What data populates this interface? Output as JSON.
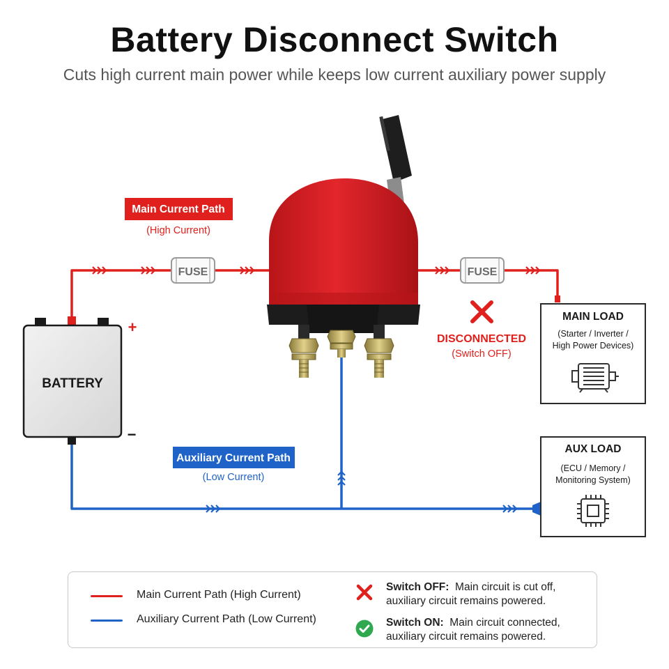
{
  "header": {
    "title": "Battery Disconnect Switch",
    "subtitle": "Cuts high current main power while keeps low current auxiliary power supply"
  },
  "colors": {
    "main": "#e0201c",
    "aux": "#1f63c8",
    "switch_body": "#d91f26"
  },
  "battery": {
    "label": "BATTERY",
    "positive": "+",
    "negative": "−"
  },
  "main_path": {
    "label": "Main Current Path",
    "sub": "(High Current)"
  },
  "aux_path": {
    "label": "Auxiliary Current Path",
    "sub": "(Low Current)"
  },
  "fuse_left": {
    "label": "FUSE"
  },
  "fuse_right": {
    "label": "FUSE"
  },
  "status": {
    "label": "DISCONNECTED",
    "sub": "(Switch OFF)",
    "icon": "x-icon"
  },
  "main_load": {
    "title": "MAIN LOAD",
    "line1": "(Starter / Inverter /",
    "line2": "High Power Devices)",
    "icon": "motor-icon"
  },
  "aux_load": {
    "title": "AUX LOAD",
    "line1": "(ECU / Memory /",
    "line2": "Monitoring System)",
    "icon": "chip-icon"
  },
  "legend": {
    "main": "Main Current Path (High Current)",
    "aux": "Auxiliary Current Path (Low Current)",
    "off_label": "Switch OFF:",
    "off_text1": "Main circuit is cut off,",
    "off_text2": "auxiliary circuit remains powered.",
    "on_label": "Switch ON:",
    "on_text1": "Main circuit connected,",
    "on_text2": "auxiliary circuit remains powered."
  }
}
